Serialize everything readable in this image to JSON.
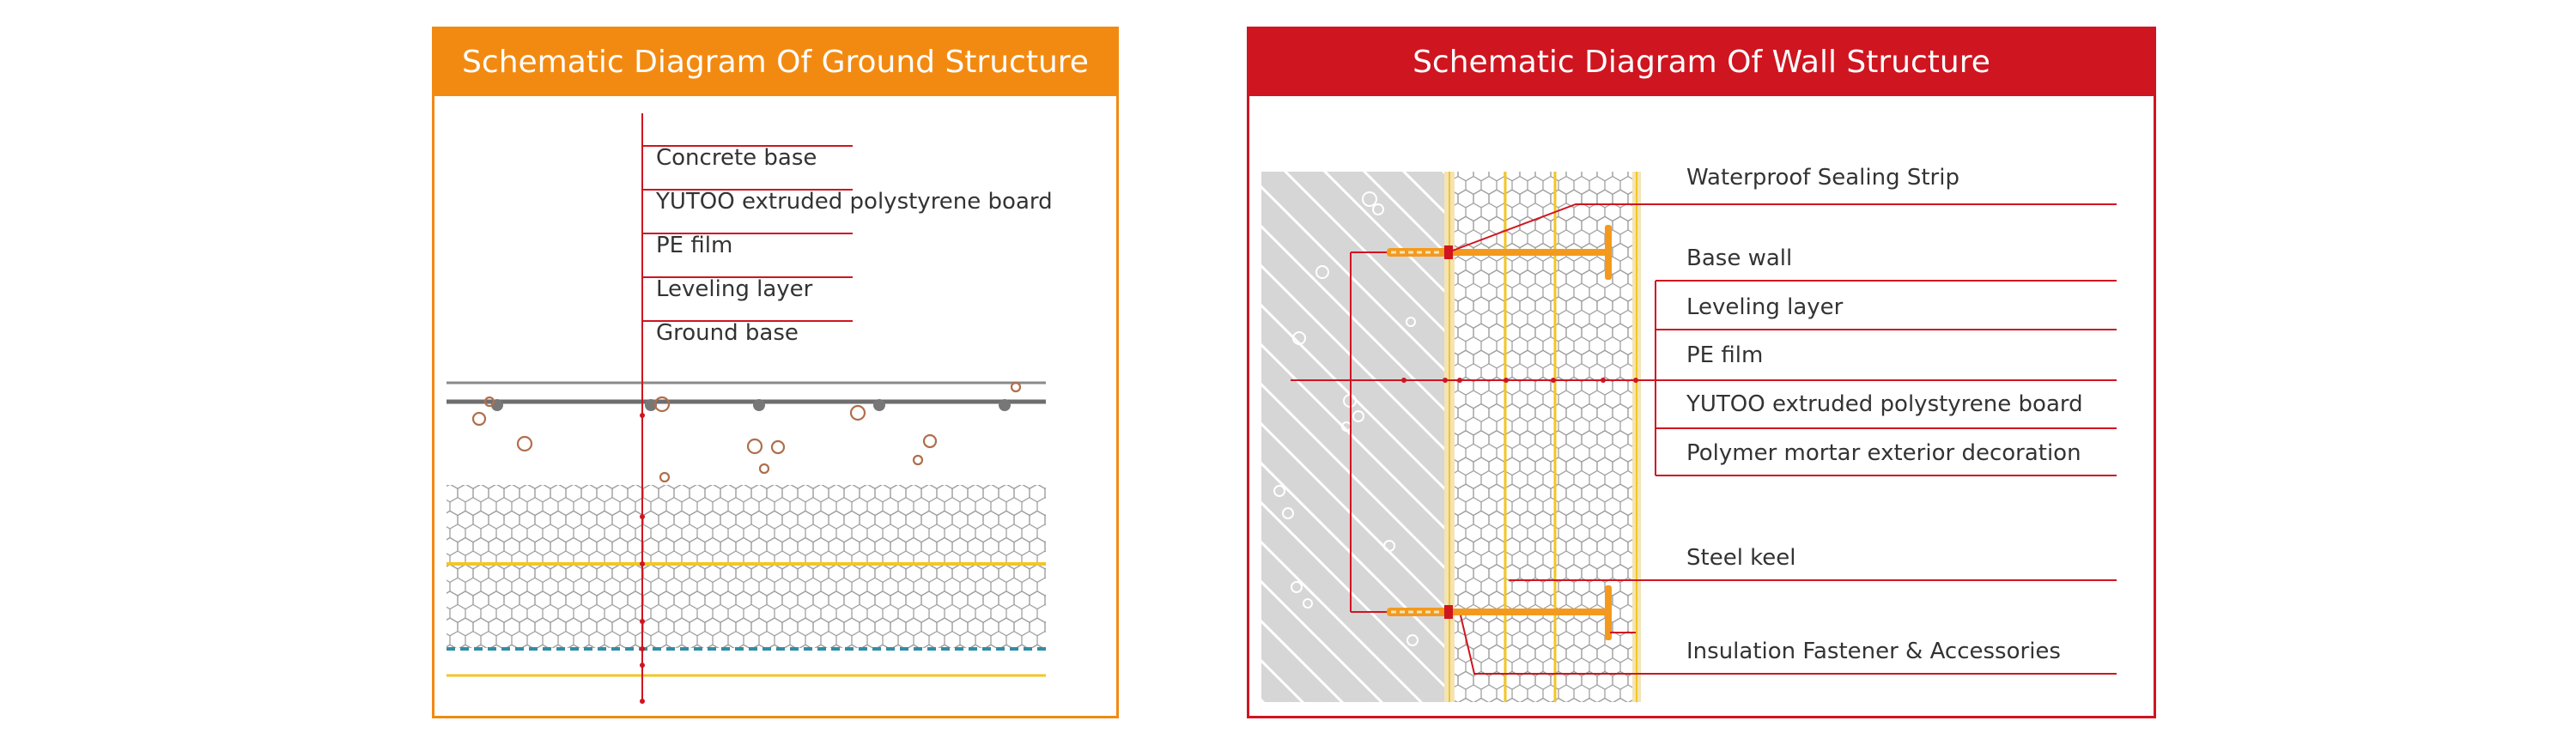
{
  "ground": {
    "title": "Schematic Diagram Of Ground Structure",
    "labels": [
      "Concrete base",
      "YUTOO extruded polystyrene board",
      "PE film",
      "Leveling layer",
      "Ground base"
    ]
  },
  "wall": {
    "title": "Schematic Diagram Of Wall Structure",
    "labels": [
      "Waterproof Sealing Strip",
      "Base wall",
      "Leveling layer",
      "PE film",
      "YUTOO extruded polystyrene board",
      "Polymer mortar exterior decoration",
      "Steel keel",
      "Insulation Fastener & Accessories"
    ]
  },
  "colors": {
    "ground_accent": "#f28a12",
    "wall_accent": "#cf1520",
    "leader_line": "#cf1520",
    "xps_yellow": "#f3c623",
    "fastener_orange": "#f39a1e",
    "wall_gray": "#d6d6d6",
    "pe_film_blue": "#2f8ea8"
  }
}
